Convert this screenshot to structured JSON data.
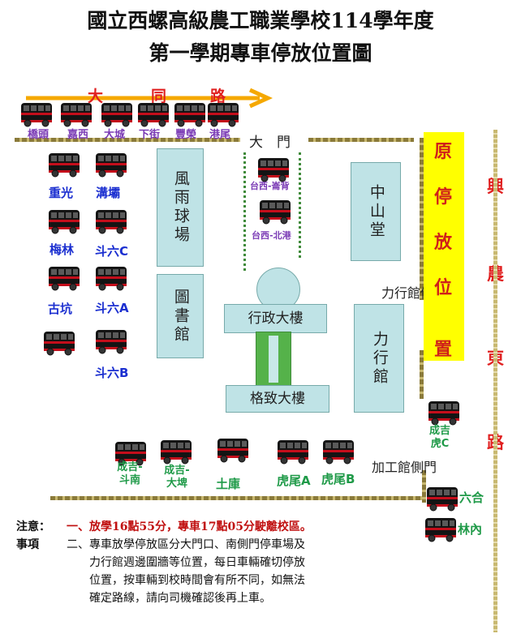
{
  "title_line1": "國立西螺高級農工職業學校114學年度",
  "title_line2": "第一學期專車停放位置圖",
  "roads": {
    "top_road_chars": [
      "大",
      "同",
      "路"
    ],
    "right_road_chars": [
      "興",
      "農",
      "東",
      "路"
    ]
  },
  "gates": {
    "main_gate": "大　門",
    "lixing_side_gate": "力行館側門",
    "jiagong_side_gate": "加工館側門"
  },
  "original_position": {
    "chars": [
      "原",
      "停",
      "放",
      "位",
      "置"
    ],
    "color": "#ffff00"
  },
  "buildings": {
    "fengyu": "風雨球場",
    "library": "圖書館",
    "zhongshan": "中山堂",
    "admin": "行政大樓",
    "lixing": "力行館",
    "gezhi": "格致大樓"
  },
  "bus_labels": {
    "qiaotou": "橋頭",
    "jiaxi": "嘉西",
    "dacheng": "大城",
    "xiajie": "下街",
    "fengrong": "豐榮",
    "gangwei": "港尾",
    "chongguang": "重光",
    "goupa": "溝壩",
    "meilin": "梅林",
    "douliu_c": "斗六C",
    "gukeng": "古坑",
    "douliu_a": "斗六A",
    "douliu_b": "斗六B",
    "taixi_lunbei": "台西-崙背",
    "taixi_beigang": "台西-北港",
    "chengji_nan": "成吉-斗南",
    "chengji_dapi": "成吉-大埤",
    "tuku": "土庫",
    "huwei_a": "虎尾A",
    "huwei_b": "虎尾B",
    "chengji_huc": "成吉虎C",
    "liuhe": "六合",
    "linnei": "林內"
  },
  "notes": {
    "label1": "注意：",
    "label2": "事項",
    "line1": "一、放學16點55分，專車17點05分駛離校區。",
    "line2": "二、專車放學停放區分大門口、南側門停車場及",
    "line3": "力行館週邊圍牆等位置，每日車輛確切停放",
    "line4": "位置，按車輛到校時間會有所不同，如無法",
    "line5": "確定路線，請向司機確認後再上車。"
  },
  "colors": {
    "road_arrow": "#f5a800",
    "road_text": "#e02020",
    "notice": "#c01010",
    "bus": "#c40e1b"
  }
}
